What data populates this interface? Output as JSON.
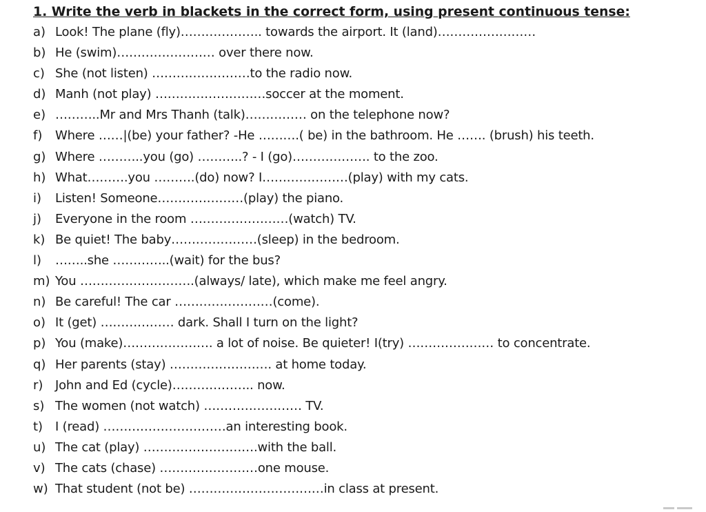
{
  "worksheet": {
    "title": "1. Write the verb in blackets in the correct form, using present continuous tense:",
    "items": [
      {
        "letter": "a)",
        "text": "Look! The plane (fly)……………….. towards the airport. It (land)……………………"
      },
      {
        "letter": "b)",
        "text": "He (swim)…………………… over there now."
      },
      {
        "letter": "c)",
        "text": "She (not listen) ……………………to the radio now."
      },
      {
        "letter": "d)",
        "text": "Manh (not play) ………………………soccer at the moment."
      },
      {
        "letter": "e)",
        "text": "………..Mr and Mrs Thanh (talk)…………… on the telephone now?"
      },
      {
        "letter": "f)",
        "text": "Where ……|(be) your father? -He ……….( be) in the bathroom. He ……. (brush) his teeth."
      },
      {
        "letter": "g)",
        "text": "Where ………..you (go) ………..? - I (go)………………. to the zoo."
      },
      {
        "letter": "h)",
        "text": "What……….you ……….(do) now? I…………………(play) with my cats."
      },
      {
        "letter": "i)",
        "text": "Listen! Someone…………………(play) the piano."
      },
      {
        "letter": "j)",
        "text": "Everyone in the room ……………………(watch) TV."
      },
      {
        "letter": "k)",
        "text": "Be quiet! The baby…………………(sleep) in the bedroom."
      },
      {
        "letter": "l)",
        "text": "……..she …………..(wait) for the bus?"
      },
      {
        "letter": "m)",
        "text": "You ……………………….(always/ late), which make me feel angry."
      },
      {
        "letter": "n)",
        "text": "Be careful! The car ……………………(come)."
      },
      {
        "letter": "o)",
        "text": "It (get) ……………… dark. Shall I turn on the light?"
      },
      {
        "letter": "p)",
        "text": "You (make)…………………. a lot of noise. Be quieter! I(try) ………………… to concentrate."
      },
      {
        "letter": "q)",
        "text": "Her parents (stay) ……………………. at home today."
      },
      {
        "letter": "r)",
        "text": "John and Ed (cycle)……………….. now."
      },
      {
        "letter": "s)",
        "text": "The women (not watch) …………………… TV."
      },
      {
        "letter": "t)",
        "text": "I (read) …………………………an interesting book."
      },
      {
        "letter": "u)",
        "text": "The cat (play) ……………………….with the ball."
      },
      {
        "letter": "v)",
        "text": "The cats (chase) ……………………one mouse."
      },
      {
        "letter": "w)",
        "text": "That student (not be) ……………………………in class at present."
      }
    ]
  }
}
